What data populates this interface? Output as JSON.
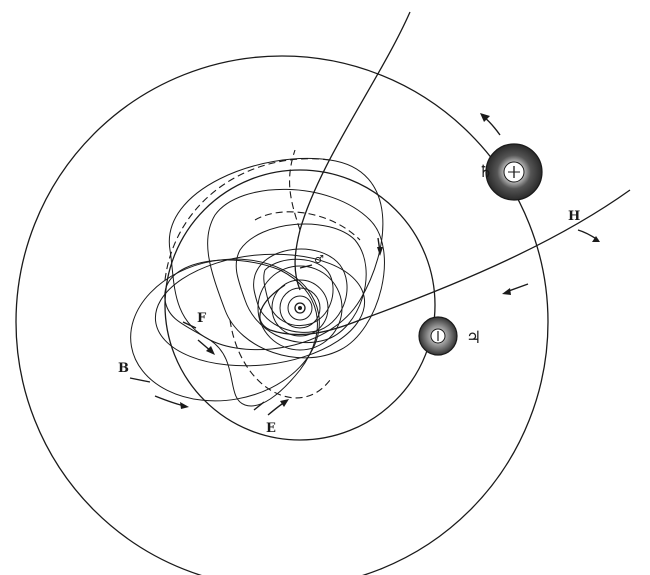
{
  "labels": {
    "saturn": "♄",
    "jupiter": "♃",
    "mars": "♂",
    "h": "H",
    "f": "F",
    "b": "B",
    "e": "E"
  },
  "colors": {
    "ink": "#1a1a1a",
    "paper": "#ffffff",
    "planet_fill": "#4a4a4a"
  }
}
